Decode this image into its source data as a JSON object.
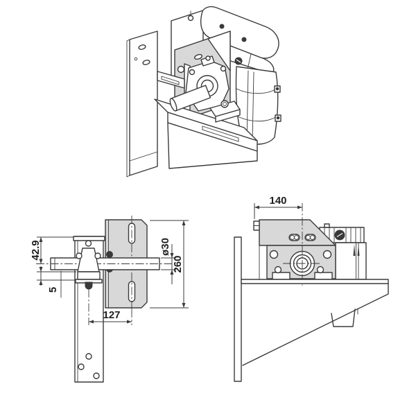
{
  "page": {
    "background": "#ffffff"
  },
  "colors": {
    "line": "#3a3a3a",
    "fill_light_gray": "#d8d8d8",
    "fill_white": "#ffffff",
    "text": "#1f1f1f",
    "background": "#ffffff"
  },
  "dims": {
    "d42_9": "42.9",
    "d5": "5",
    "d127": "127",
    "d30": "ø30",
    "d260": "260",
    "d140": "140"
  }
}
